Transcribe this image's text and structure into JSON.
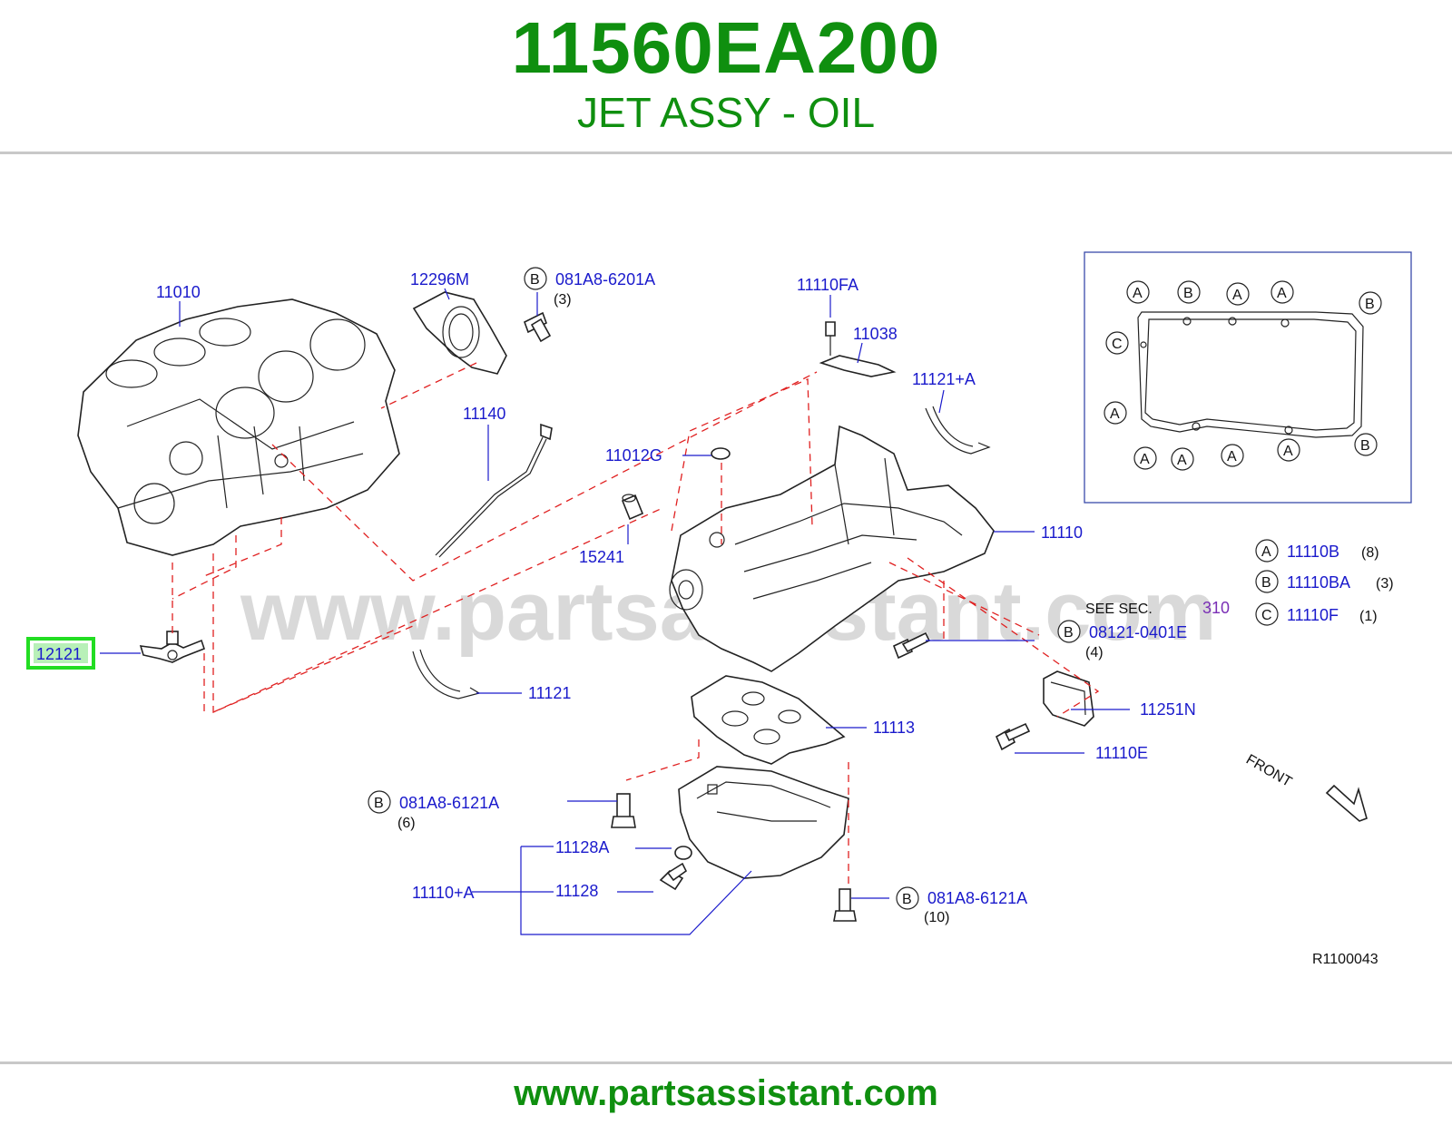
{
  "header": {
    "part_number": "11560EA200",
    "description": "JET ASSY - OIL"
  },
  "footer": {
    "url": "www.partsassistant.com"
  },
  "watermark": "www.partsassistant.com",
  "callouts": {
    "p11010": "11010",
    "p12296M": "12296M",
    "bolt_top_letter": "B",
    "bolt_top_code": "081A8-6201A",
    "bolt_top_qty": "(3)",
    "p11110FA": "11110FA",
    "p11038": "11038",
    "p11121A": "11121+A",
    "p11140": "11140",
    "p11012G": "11012G",
    "p15241": "15241",
    "p11110": "11110",
    "p12121": "12121",
    "p11121": "11121",
    "p11113": "11113",
    "see_sec": "SEE   SEC.",
    "sec_number": "310",
    "bolt_right_letter": "B",
    "bolt_right_code": "08121-0401E",
    "bolt_right_qty": "(4)",
    "p11251N": "11251N",
    "p11110E": "11110E",
    "front": "FRONT",
    "bolt_left_letter": "B",
    "bolt_left_code": "081A8-6121A",
    "bolt_left_qty": "(6)",
    "p11128A": "11128A",
    "p11110A": "11110+A",
    "p11128": "11128",
    "bolt_bottom_letter": "B",
    "bolt_bottom_code": "081A8-6121A",
    "bolt_bottom_qty": "(10)",
    "ref_code": "R1100043"
  },
  "legend": [
    {
      "letter": "A",
      "part": "11110B",
      "qty": "(8)"
    },
    {
      "letter": "B",
      "part": "11110BA",
      "qty": "(3)"
    },
    {
      "letter": "C",
      "part": "11110F",
      "qty": "(1)"
    }
  ],
  "inset_letters": {
    "top": [
      "A",
      "B",
      "A",
      "A",
      "B"
    ],
    "left": [
      "C",
      "A"
    ],
    "bottom": [
      "A",
      "A",
      "A",
      "A",
      "B"
    ]
  },
  "colors": {
    "header_green": "#0f8f0f",
    "label_blue": "#1a1acc",
    "highlight_green": "#22dd22",
    "leader_red": "#e02020"
  }
}
